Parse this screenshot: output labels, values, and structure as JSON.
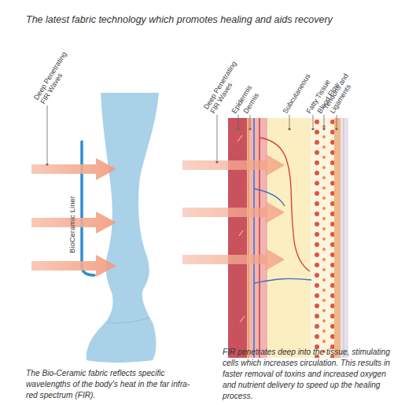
{
  "diagram": {
    "title": "The latest fabric technology which promotes healing and aids recovery",
    "labels": [
      "Deep Penetrating FIR Waves",
      "BioCeramic Liner",
      "The Bio-Ceramic fabric reflects specific wavelengths of the body's heat in the far infra-red spectrum (FIR).",
      "Deep Penetrating FIR Waves",
      "Epidermis",
      "Dermis",
      "Subcutaneous",
      "Fatty Tissue",
      "Blood Flow",
      "Tendons and Ligaments",
      "FIR penetrates deep into the tissue, stimulating cells which increases circulation. This results in faster removal of toxins and increased oxygen and nutrient delivery to speed up the healing process."
    ]
  }
}
